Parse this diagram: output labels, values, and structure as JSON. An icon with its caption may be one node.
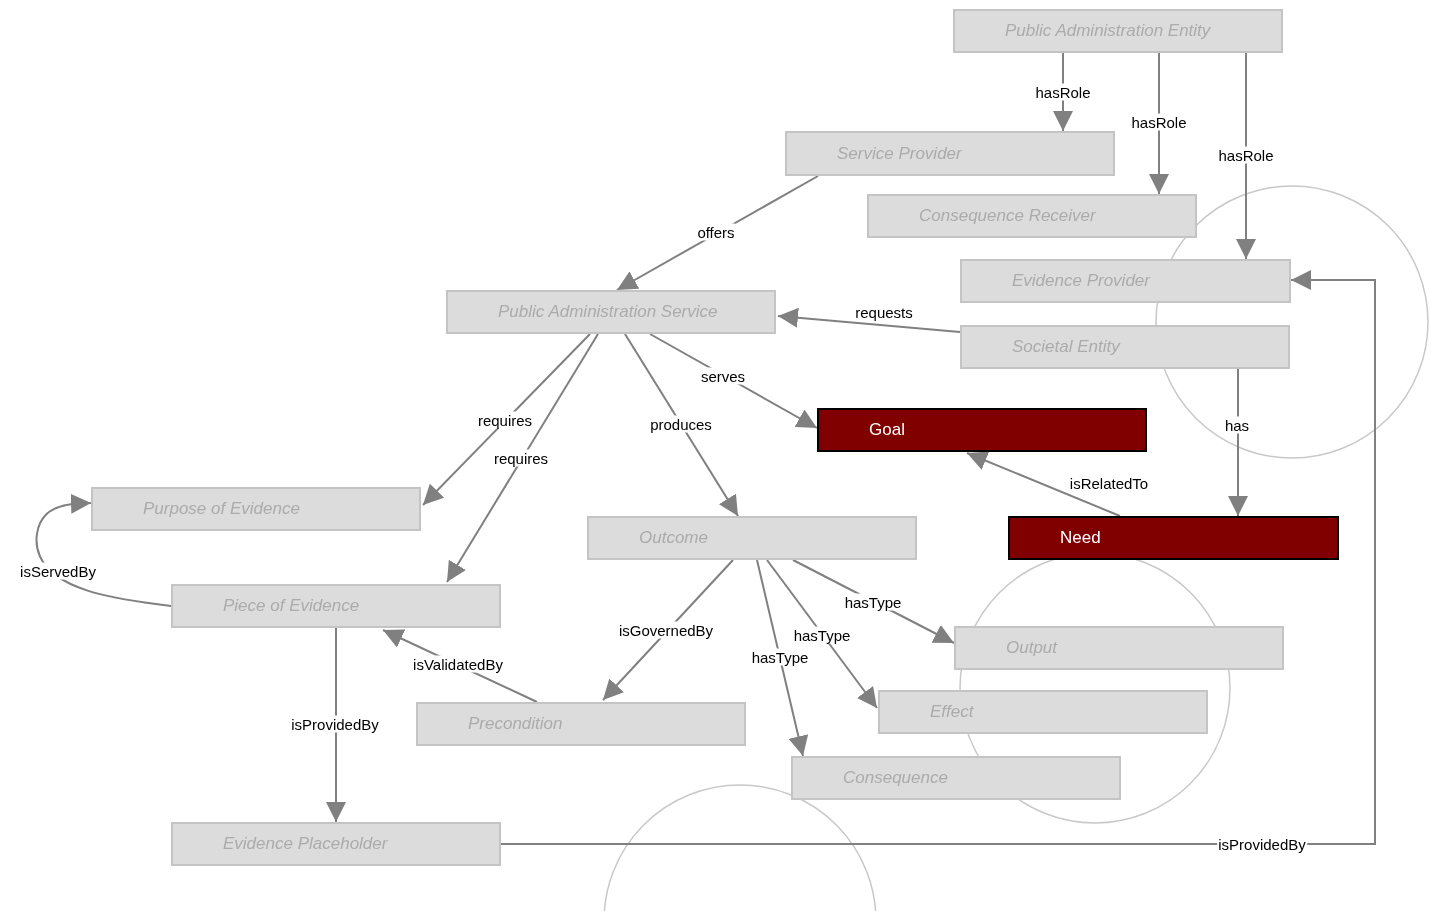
{
  "diagram": {
    "nodes": [
      {
        "text": [
          "Public Administration Entity"
        ]
      },
      {
        "text": [
          "Service Provider"
        ]
      },
      {
        "text": [
          "Consequence Receiver"
        ]
      },
      {
        "text": [
          "Evidence Provider"
        ]
      },
      {
        "text": [
          "Public Administration Service"
        ]
      },
      {
        "text": [
          "Societal Entity"
        ]
      },
      {
        "text": [
          "Goal"
        ]
      },
      {
        "text": [
          "Purpose of Evidence"
        ]
      },
      {
        "text": [
          "Need"
        ]
      },
      {
        "text": [
          "Outcome"
        ]
      },
      {
        "text": [
          "Piece of Evidence"
        ]
      },
      {
        "text": [
          "Output"
        ]
      },
      {
        "text": [
          "Effect"
        ]
      },
      {
        "text": [
          "Precondition"
        ]
      },
      {
        "text": [
          "Consequence"
        ]
      },
      {
        "text": [
          "Evidence Placeholder"
        ]
      }
    ],
    "edges": [
      {
        "from": 0,
        "to": 1,
        "arrow": "to",
        "label": "hasRole"
      },
      {
        "from": 0,
        "to": 2,
        "arrow": "to",
        "label": "hasRole"
      },
      {
        "from": 0,
        "to": 3,
        "arrow": "to",
        "label": "hasRole"
      },
      {
        "from": 1,
        "to": 4,
        "arrow": "to",
        "label": "offers"
      },
      {
        "from": 5,
        "to": 4,
        "arrow": "to",
        "label": "requests"
      },
      {
        "from": 4,
        "to": 6,
        "arrow": "to",
        "label": "serves"
      },
      {
        "from": 4,
        "to": 7,
        "arrow": "to",
        "label": "requires"
      },
      {
        "from": 4,
        "to": 10,
        "arrow": "to",
        "label": "requires"
      },
      {
        "from": 4,
        "to": 9,
        "arrow": "to",
        "label": "produces"
      },
      {
        "from": 5,
        "to": 8,
        "arrow": "to",
        "label": "has"
      },
      {
        "from": 8,
        "to": 6,
        "arrow": "to",
        "label": "isRelatedTo"
      },
      {
        "from": 10,
        "to": 7,
        "arrow": "to",
        "label": "isServedBy"
      },
      {
        "from": 9,
        "to": 11,
        "arrow": "to",
        "label": "hasType"
      },
      {
        "from": 9,
        "to": 12,
        "arrow": "to",
        "label": "hasType"
      },
      {
        "from": 9,
        "to": 14,
        "arrow": "to",
        "label": "hasType"
      },
      {
        "from": 9,
        "to": 13,
        "arrow": "to",
        "label": "isGovernedBy"
      },
      {
        "from": 13,
        "to": 10,
        "arrow": "to",
        "label": "isValidatedBy"
      },
      {
        "from": 10,
        "to": 15,
        "arrow": "to",
        "label": "isProvidedBy"
      },
      {
        "from": 15,
        "to": 3,
        "arrow": "to",
        "label": "isProvidedBy"
      }
    ]
  }
}
